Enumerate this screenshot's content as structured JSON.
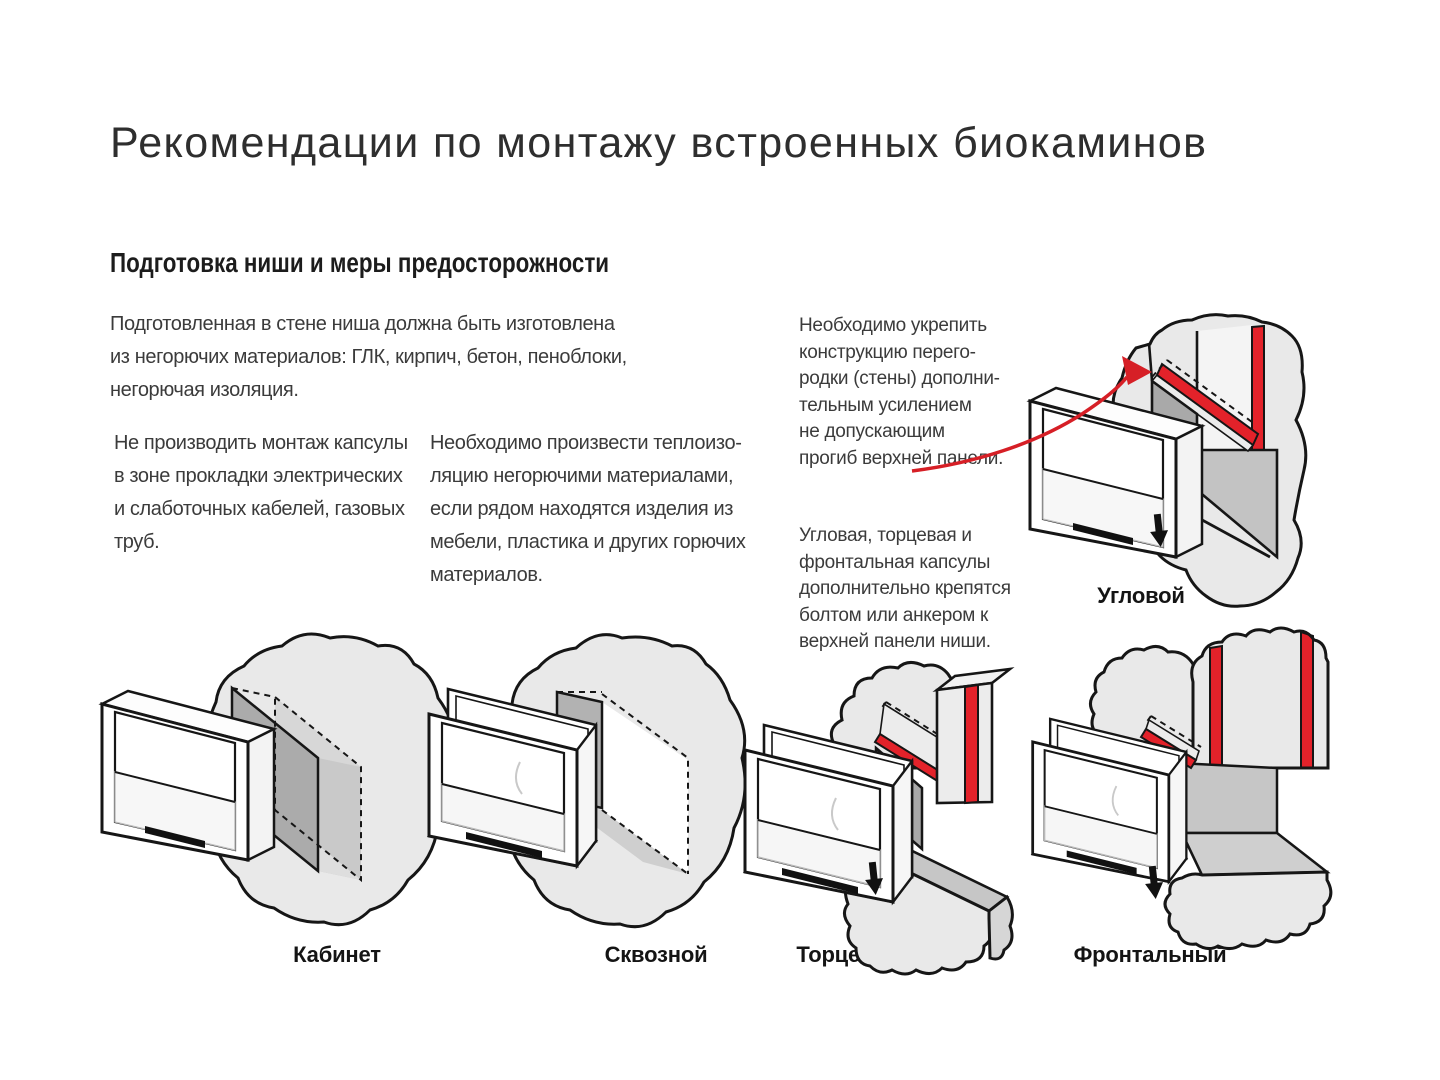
{
  "page": {
    "title": "Рекомендации по монтажу встроенных биокаминов",
    "section_heading": "Подготовка ниши и меры предосторожности"
  },
  "paragraphs": {
    "intro": "Подготовленная в стене ниша должна быть изготовлена\nиз негорючих материалов: ГЛК, кирпич, бетон, пеноблоки,\nнегорючая изоляция.",
    "warning_cables": "Не производить монтаж капсулы\nв зоне прокладки электрических\nи слаботочных кабелей, газовых\nтруб.",
    "insulation": "Необходимо произвести теплоизо-\nляцию негорючими материалами,\nесли рядом находятся изделия из\nмебели, пластика и других горючих\nматериалов.",
    "reinforce": "Необходимо укрепить\nконструкцию перего-\nродки (стены) дополни-\nтельным усилением\nне допускающим\nпрогиб верхней панели.",
    "anchoring": "Угловая, торцевая и\nфронтальная капсулы\nдополнительно крепятся\nболтом или анкером к\nверхней панели ниши."
  },
  "diagrams": [
    {
      "id": "corner",
      "label": "Угловой"
    },
    {
      "id": "cabinet",
      "label": "Кабинет"
    },
    {
      "id": "through",
      "label": "Сквозной"
    },
    {
      "id": "end",
      "label": "Торцевой"
    },
    {
      "id": "frontal",
      "label": "Фронтальный"
    }
  ],
  "colors": {
    "accent_red": "#e3222a",
    "wall_light": "#e9e9e9",
    "wall_medium": "#c3c3c3",
    "wall_dark": "#a9a9a9",
    "line": "#161616",
    "text_body": "#3b3b3b"
  }
}
